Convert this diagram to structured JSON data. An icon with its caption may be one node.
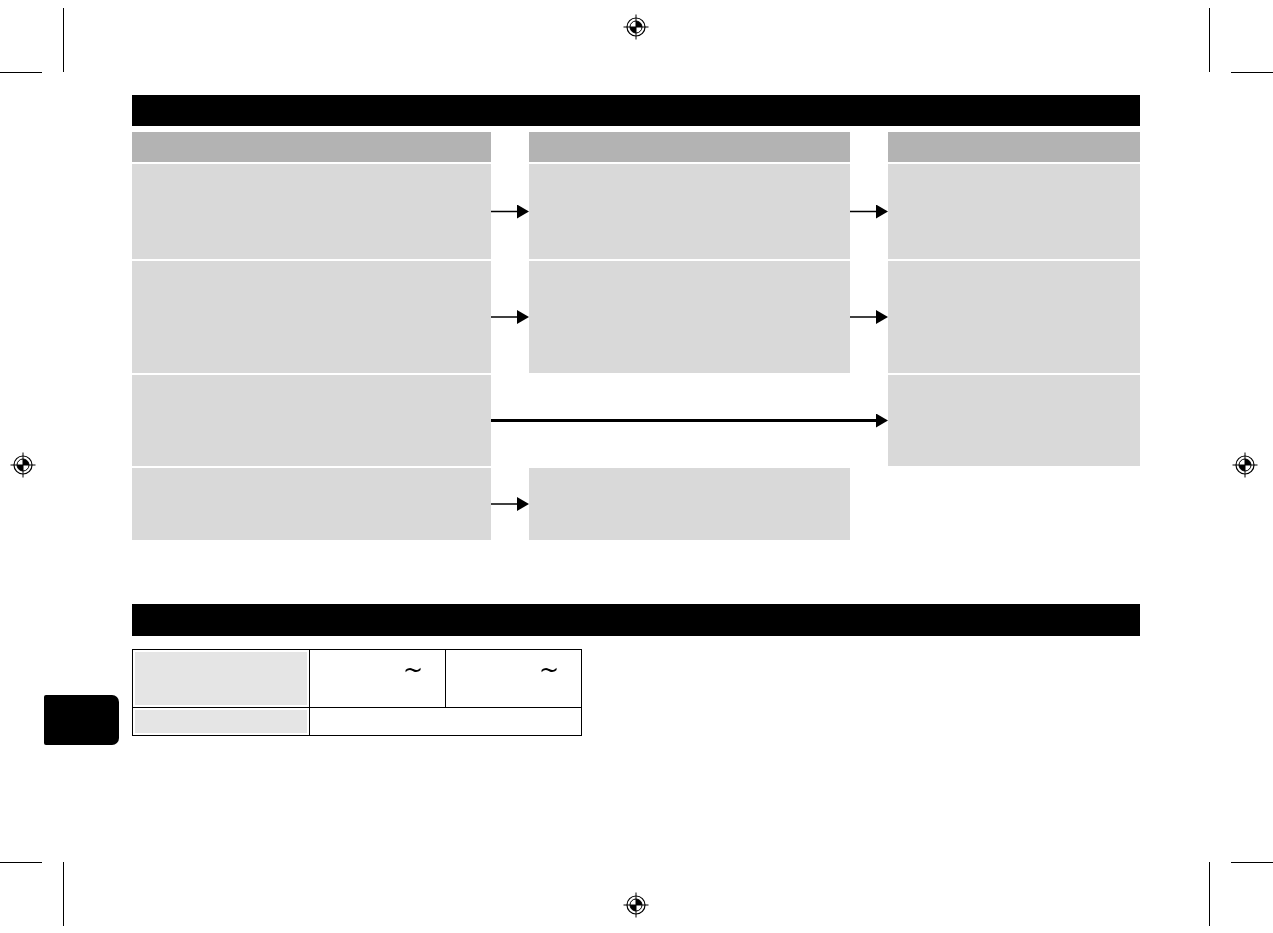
{
  "diagram": {
    "nodes": [
      {
        "text": [],
        "shape": "box"
      },
      {
        "text": [],
        "shape": "box"
      },
      {
        "text": [],
        "shape": "box"
      },
      {
        "text": [],
        "shape": "box"
      },
      {
        "text": [],
        "shape": "box"
      },
      {
        "text": [],
        "shape": "box"
      },
      {
        "text": [],
        "shape": "box"
      },
      {
        "text": [],
        "shape": "box"
      },
      {
        "text": [],
        "shape": "box"
      },
      {
        "text": [],
        "shape": "box"
      },
      {
        "text": [],
        "shape": "box"
      }
    ],
    "edges": [
      {
        "from": 0,
        "to": 1,
        "arrow": "to"
      },
      {
        "from": 1,
        "to": 2,
        "arrow": "to"
      },
      {
        "from": 3,
        "to": 4,
        "arrow": "to"
      },
      {
        "from": 4,
        "to": 5,
        "arrow": "to"
      },
      {
        "from": 6,
        "to": 7,
        "arrow": "to"
      },
      {
        "from": 8,
        "to": 9,
        "arrow": "to"
      }
    ],
    "labels": [
      "~",
      "~"
    ]
  }
}
